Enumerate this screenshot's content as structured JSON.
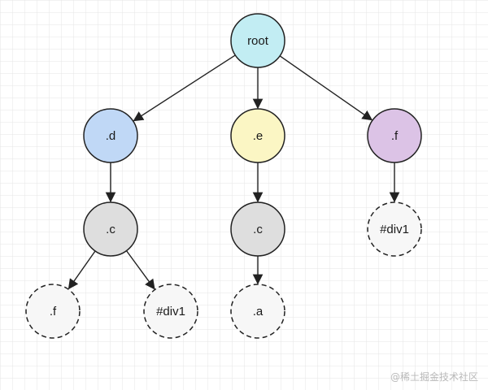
{
  "diagram": {
    "nodes": [
      {
        "id": "root",
        "label": "root",
        "fill": "#c2edf3",
        "dashed": false
      },
      {
        "id": "d",
        "label": ".d",
        "fill": "#c0d8f6",
        "dashed": false
      },
      {
        "id": "e",
        "label": ".e",
        "fill": "#fbf6c4",
        "dashed": false
      },
      {
        "id": "f_top",
        "label": ".f",
        "fill": "#dcc3e6",
        "dashed": false
      },
      {
        "id": "c_left",
        "label": ".c",
        "fill": "#dedede",
        "dashed": false
      },
      {
        "id": "c_mid",
        "label": ".c",
        "fill": "#dedede",
        "dashed": false
      },
      {
        "id": "div1_right",
        "label": "#div1",
        "fill": "#f7f7f7",
        "dashed": true
      },
      {
        "id": "f_leaf",
        "label": ".f",
        "fill": "#f7f7f7",
        "dashed": true
      },
      {
        "id": "div1_leaf",
        "label": "#div1",
        "fill": "#f7f7f7",
        "dashed": true
      },
      {
        "id": "a_leaf",
        "label": ".a",
        "fill": "#f7f7f7",
        "dashed": true
      }
    ],
    "edges": [
      [
        "root",
        "d"
      ],
      [
        "root",
        "e"
      ],
      [
        "root",
        "f_top"
      ],
      [
        "d",
        "c_left"
      ],
      [
        "e",
        "c_mid"
      ],
      [
        "f_top",
        "div1_right"
      ],
      [
        "c_left",
        "f_leaf"
      ],
      [
        "c_left",
        "div1_leaf"
      ],
      [
        "c_mid",
        "a_leaf"
      ]
    ]
  },
  "watermark": "@稀土掘金技术社区"
}
